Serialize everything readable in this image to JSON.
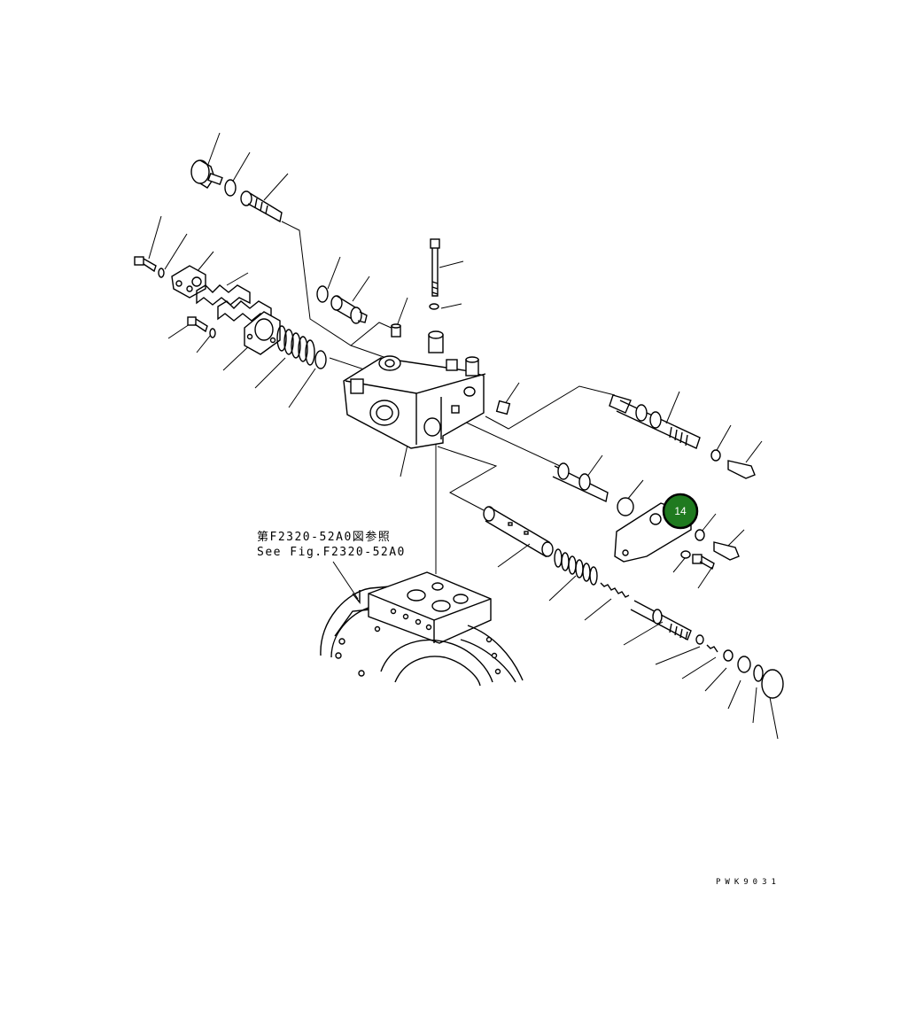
{
  "reference": {
    "line_jp": "第F2320-52A0図参照",
    "line_en": "See Fig.F2320-52A0"
  },
  "drawing_code": "PWK9031",
  "callout": {
    "number": "14",
    "color": "#1f7a1f",
    "ring_color": "#000000"
  }
}
